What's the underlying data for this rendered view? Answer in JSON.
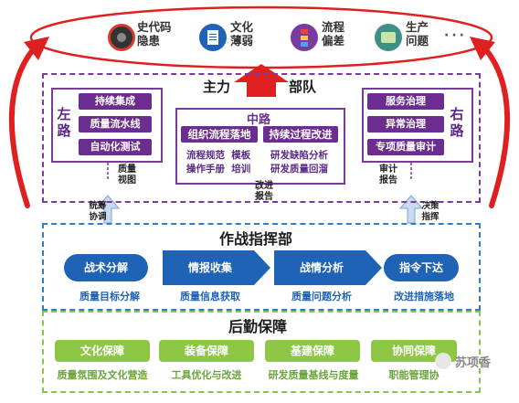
{
  "top_issues": [
    {
      "label": "历史代码隐患",
      "line1": "历史代码",
      "line2": "隐患",
      "line1_visible": "史代码",
      "icon": "bomb-icon",
      "color": "#d93a2b"
    },
    {
      "label": "文化薄弱",
      "line1": "文化",
      "line2": "薄弱",
      "icon": "document-icon",
      "color": "#1f63b7"
    },
    {
      "label": "流程偏差",
      "line1": "流程",
      "line2": "偏差",
      "icon": "flow-icon",
      "color": "#7a3aa0"
    },
    {
      "label": "生产问题",
      "line1": "生产",
      "line2": "问题",
      "icon": "production-icon",
      "color": "#3e8f86"
    }
  ],
  "top_more": "···",
  "main_force": {
    "title_left": "主力",
    "title_right": "部队",
    "left_side": "左路",
    "right_side": "右路",
    "left_items": [
      "持续集成",
      "质量流水线",
      "自动化测试"
    ],
    "right_items": [
      "服务治理",
      "异常治理",
      "专项质量审计"
    ],
    "middle_title": "中路",
    "middle_left_btn": "组织流程落地",
    "middle_right_btn": "持续过程改进",
    "middle_left_text": [
      "流程规范  模板",
      "操作手册  培训"
    ],
    "middle_right_text": [
      "研发缺陷分析",
      "研发质量回溜"
    ],
    "left_report": [
      "质量",
      "视图"
    ],
    "middle_report": [
      "改进",
      "报告"
    ],
    "right_report": [
      "审计",
      "报告"
    ]
  },
  "command": {
    "title": "作战指挥部",
    "left_note": [
      "统筹",
      "协调"
    ],
    "right_note": [
      "决策",
      "指挥"
    ],
    "steps": [
      {
        "label": "战术分解",
        "sub": "质量目标分解"
      },
      {
        "label": "情报收集",
        "sub": "质量信息获取"
      },
      {
        "label": "战情分析",
        "sub": "质量问题分析"
      },
      {
        "label": "指令下达",
        "sub": "改进措施落地"
      }
    ]
  },
  "logistics": {
    "title": "后勤保障",
    "items": [
      {
        "label": "文化保障",
        "sub": "质量氛围及文化营造"
      },
      {
        "label": "装备保障",
        "sub": "工具优化与改进"
      },
      {
        "label": "基建保障",
        "sub": "研发质量基线与度量"
      },
      {
        "label": "协同保障",
        "sub": "职能管理协"
      }
    ]
  },
  "watermark": "苏项香",
  "colors": {
    "purple": "#6b2d8f",
    "blue": "#1f63b7",
    "green": "#8ec745",
    "red": "#e02020"
  }
}
